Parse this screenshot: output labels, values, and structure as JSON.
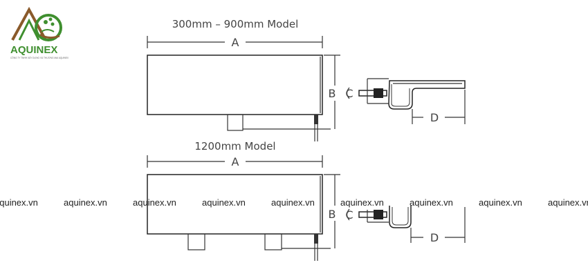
{
  "logo": {
    "name": "AQUINEX",
    "tagline": "CÔNG TY TNHH XÂY DỰNG VÀ THƯƠNG MẠI AQUINEX",
    "colors": {
      "green": "#3f8f2f",
      "brown": "#8a5a2b"
    }
  },
  "diagram_top": {
    "title": "300mm – 900mm Model",
    "dim_a": "A",
    "dim_b": "B",
    "dim_c": "C",
    "dim_d": "D"
  },
  "diagram_bottom": {
    "title": "1200mm Model",
    "dim_a": "A",
    "dim_b": "B",
    "dim_c": "C",
    "dim_d": "D"
  },
  "watermark": {
    "items": [
      "aquinex.vn",
      "aquinex.vn",
      "aquinex.vn",
      "aquinex.vn",
      "aquinex.vn",
      "aquinex.vn",
      "aquinex.vn",
      "aquinex.vn",
      "aquinex.vn"
    ]
  }
}
